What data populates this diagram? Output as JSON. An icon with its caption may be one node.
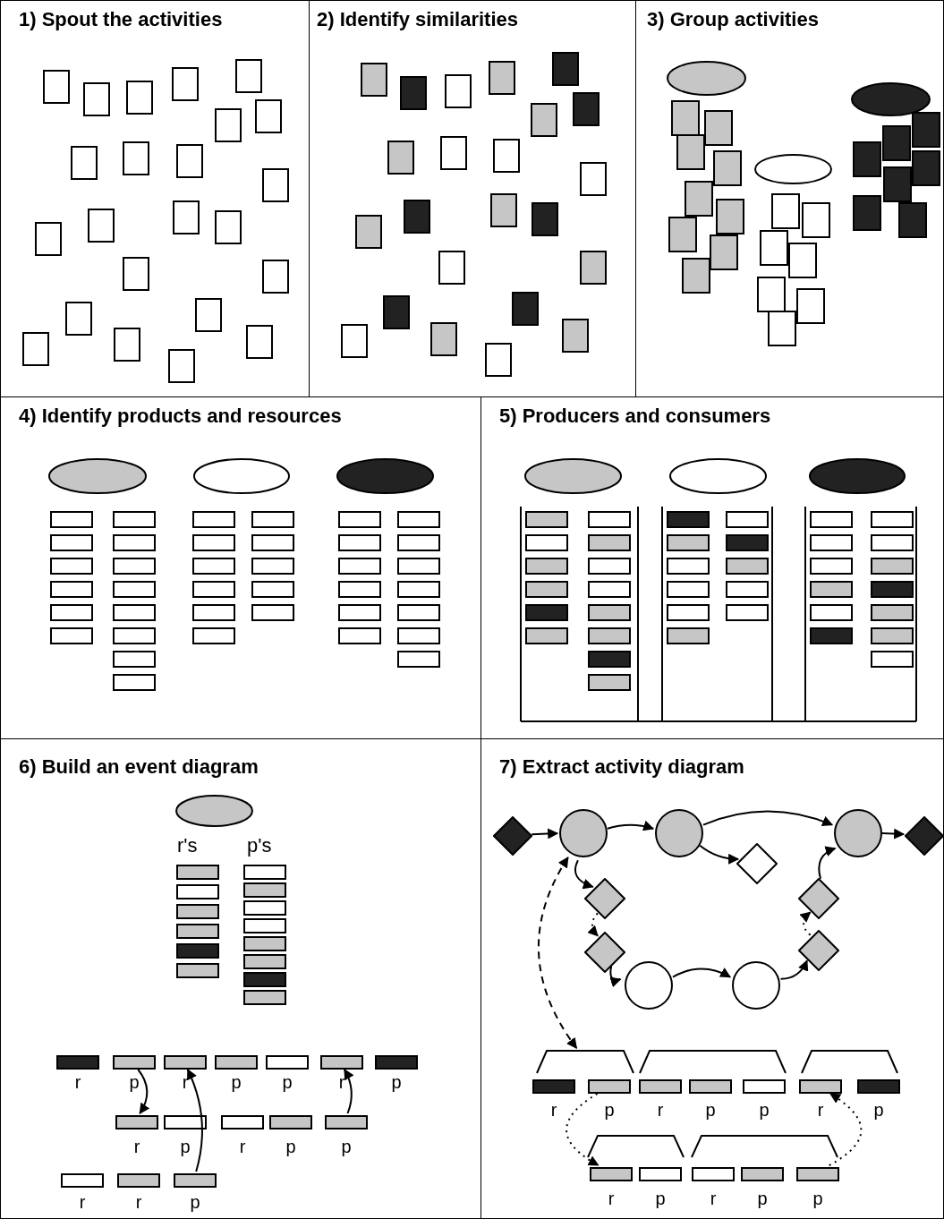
{
  "diagram": {
    "nodes": [
      {
        "text": [
          "1) Spout the activities"
        ]
      },
      {
        "text": [
          "2) Identify similarities"
        ]
      },
      {
        "text": [
          "3) Group activities"
        ]
      },
      {
        "text": [
          "4) Identify products and resources"
        ]
      },
      {
        "text": [
          "5) Producers and consumers"
        ]
      },
      {
        "text": [
          "6) Build an event diagram"
        ]
      },
      {
        "text": [
          "7) Extract activity diagram"
        ]
      },
      {
        "text": [],
        "shape": "bar",
        "in": 5,
        "beside": [
          "r"
        ]
      },
      {
        "text": [],
        "shape": "bar",
        "in": 5,
        "beside": [
          "p"
        ]
      },
      {
        "text": [],
        "shape": "bar",
        "in": 5,
        "beside": [
          "r"
        ]
      },
      {
        "text": [],
        "shape": "bar",
        "in": 5,
        "beside": [
          "p"
        ]
      },
      {
        "text": [],
        "shape": "bar",
        "in": 5,
        "beside": [
          "p"
        ]
      },
      {
        "text": [],
        "shape": "bar",
        "in": 5,
        "beside": [
          "r"
        ]
      },
      {
        "text": [],
        "shape": "bar",
        "in": 5,
        "beside": [
          "p"
        ]
      },
      {
        "text": [],
        "shape": "bar",
        "in": 5,
        "beside": [
          "r"
        ]
      },
      {
        "text": [],
        "shape": "bar",
        "in": 5,
        "beside": [
          "p"
        ]
      },
      {
        "text": [],
        "shape": "bar",
        "in": 5,
        "beside": [
          "r"
        ]
      },
      {
        "text": [],
        "shape": "bar",
        "in": 5,
        "beside": [
          "p"
        ]
      },
      {
        "text": [],
        "shape": "bar",
        "in": 5,
        "beside": [
          "p"
        ]
      },
      {
        "text": [],
        "shape": "bar",
        "in": 5,
        "beside": [
          "r"
        ]
      },
      {
        "text": [],
        "shape": "bar",
        "in": 5,
        "beside": [
          "r"
        ]
      },
      {
        "text": [],
        "shape": "bar",
        "in": 5,
        "beside": [
          "p"
        ]
      },
      {
        "text": [],
        "shape": "diamond",
        "in": 6
      },
      {
        "text": [],
        "shape": "circle",
        "in": 6
      },
      {
        "text": [],
        "shape": "circle",
        "in": 6
      },
      {
        "text": [],
        "shape": "circle",
        "in": 6
      },
      {
        "text": [],
        "shape": "diamond",
        "in": 6
      },
      {
        "text": [],
        "shape": "diamond",
        "in": 6
      },
      {
        "text": [],
        "shape": "diamond",
        "in": 6
      },
      {
        "text": [],
        "shape": "diamond",
        "in": 6
      },
      {
        "text": [],
        "shape": "diamond",
        "in": 6
      },
      {
        "text": [],
        "shape": "diamond",
        "in": 6
      },
      {
        "text": [],
        "shape": "circle",
        "in": 6
      },
      {
        "text": [],
        "shape": "circle",
        "in": 6
      },
      {
        "text": [],
        "shape": "bracket",
        "in": 6
      },
      {
        "text": [],
        "shape": "bracket",
        "in": 6
      },
      {
        "text": [],
        "shape": "bracket",
        "in": 6
      },
      {
        "text": [],
        "shape": "bar",
        "in": 6,
        "beside": [
          "r"
        ]
      },
      {
        "text": [],
        "shape": "bar",
        "in": 6,
        "beside": [
          "p"
        ]
      },
      {
        "text": [],
        "shape": "bar",
        "in": 6,
        "beside": [
          "r"
        ]
      },
      {
        "text": [],
        "shape": "bar",
        "in": 6,
        "beside": [
          "p"
        ]
      },
      {
        "text": [],
        "shape": "bar",
        "in": 6,
        "beside": [
          "p"
        ]
      },
      {
        "text": [],
        "shape": "bar",
        "in": 6,
        "beside": [
          "r"
        ]
      },
      {
        "text": [],
        "shape": "bar",
        "in": 6,
        "beside": [
          "p"
        ]
      },
      {
        "text": [],
        "shape": "bracket",
        "in": 6
      },
      {
        "text": [],
        "shape": "bracket",
        "in": 6
      },
      {
        "text": [],
        "shape": "bar",
        "in": 6,
        "beside": [
          "r"
        ]
      },
      {
        "text": [],
        "shape": "bar",
        "in": 6,
        "beside": [
          "p"
        ]
      },
      {
        "text": [],
        "shape": "bar",
        "in": 6,
        "beside": [
          "r"
        ]
      },
      {
        "text": [],
        "shape": "bar",
        "in": 6,
        "beside": [
          "p"
        ]
      },
      {
        "text": [],
        "shape": "bar",
        "in": 6,
        "beside": [
          "p"
        ]
      }
    ],
    "edges": [
      {
        "from": 8,
        "to": 14,
        "arrow": "to"
      },
      {
        "from": 21,
        "to": 9,
        "arrow": "to"
      },
      {
        "from": 18,
        "to": 12,
        "arrow": "to"
      },
      {
        "from": 22,
        "to": 23,
        "arrow": "to"
      },
      {
        "from": 23,
        "to": 24,
        "arrow": "to"
      },
      {
        "from": 24,
        "to": 25,
        "arrow": "to"
      },
      {
        "from": 25,
        "to": 26,
        "arrow": "to"
      },
      {
        "from": 24,
        "to": 27,
        "arrow": "to"
      },
      {
        "from": 23,
        "to": 28,
        "arrow": "to"
      },
      {
        "from": 28,
        "to": 30,
        "arrow": "to",
        "style": "dashed"
      },
      {
        "from": 30,
        "to": 32,
        "arrow": "to"
      },
      {
        "from": 32,
        "to": 33,
        "arrow": "to"
      },
      {
        "from": 33,
        "to": 31,
        "arrow": "to"
      },
      {
        "from": 31,
        "to": 29,
        "arrow": "to",
        "style": "dashed"
      },
      {
        "from": 29,
        "to": 25,
        "arrow": "to"
      },
      {
        "from": 23,
        "to": 34,
        "arrow": "both",
        "style": "dashed"
      },
      {
        "from": 38,
        "to": 46,
        "arrow": "to",
        "style": "dashed"
      },
      {
        "from": 50,
        "to": 42,
        "arrow": "to",
        "style": "dashed"
      }
    ],
    "labels": [
      "r's",
      "p's"
    ]
  }
}
